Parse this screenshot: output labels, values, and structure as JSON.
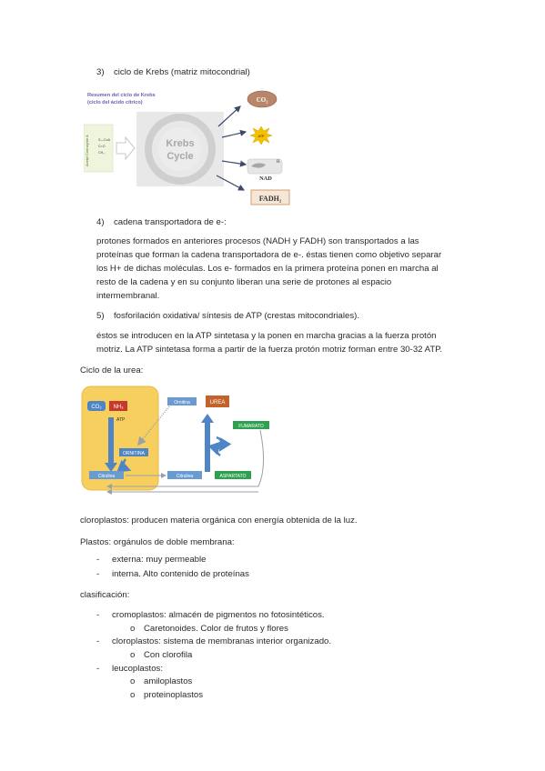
{
  "section3": {
    "num": "3)",
    "text": "ciclo de Krebs (matriz mitocondrial)"
  },
  "krebs": {
    "title1": "Resumen del ciclo de Krebs",
    "title2": "(ciclo del ácido cítrico)",
    "acetyl": "Acetyl Coenzyme A",
    "center1": "Krebs",
    "center2": "Cycle",
    "co2": "CO₂",
    "atp": "ATP",
    "nad": "NAD",
    "nadh": "H",
    "fadh": "FADH₂"
  },
  "section4": {
    "num": "4)",
    "text": "cadena transportadora de e-:"
  },
  "para4": [
    "protones formados en anteriores procesos (NADH y FADH) son transportados a las",
    "proteínas que forman la cadena transportadora de e-. éstas tienen como objetivo separar",
    "los H+ de dichas moléculas. Los e- formados en la primera proteína ponen en marcha al",
    "resto de la cadena y en su conjunto liberan una serie de protones al espacio",
    "intermembranal."
  ],
  "section5": {
    "num": "5)",
    "text": "fosforilación oxidativa/ síntesis de ATP (crestas mitocondriales)."
  },
  "para5": [
    "éstos se introducen en la ATP sintetasa y la ponen en marcha gracias a la fuerza protón",
    "motriz. La ATP sintetasa forma a partir de la fuerza protón motriz forman entre 30-32 ATP."
  ],
  "urea_title": "Ciclo de la urea:",
  "urea": {
    "co2": "CO₂",
    "nh3": "NH₃",
    "atp": "ATP",
    "ornitina1": "ORNITINA",
    "ornitina2": "Ornitina",
    "urea": "UREA",
    "fumarato": "FUMARATO",
    "citrulina1": "Citrulina",
    "citrulina2": "Citrulina",
    "aspartato": "ASPARTATO"
  },
  "cloroplastos": "cloroplastos: producen materia orgánica con energía obtenida de la luz.",
  "plastos": "Plastos: orgánulos de doble membrana:",
  "membranas": [
    "externa: muy permeable",
    "interna. Alto contenido de proteínas"
  ],
  "clasificacion": "clasificación:",
  "class_items": [
    "cromoplastos: almacén de pigmentos no fotosintéticos.",
    "Caretonoides. Color de frutos y flores",
    "cloroplastos: sistema de membranas interior organizado.",
    "Con clorofila",
    "leucoplastos:",
    "amiloplastos",
    "proteinoplastos"
  ],
  "dash": "-",
  "circle": "o"
}
